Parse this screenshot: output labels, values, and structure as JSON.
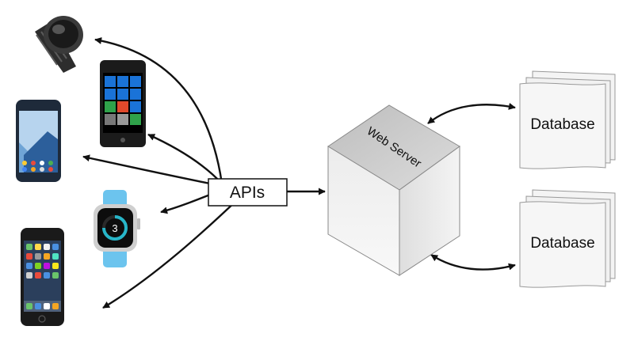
{
  "apis_label": "APIs",
  "server_label": "Web Server",
  "databases": [
    {
      "label": "Database"
    },
    {
      "label": "Database"
    }
  ],
  "watch_app": {
    "count": "3"
  },
  "devices": [
    {
      "icon": "smartwatch-round-icon"
    },
    {
      "icon": "windows-phone-icon"
    },
    {
      "icon": "android-phone-icon"
    },
    {
      "icon": "apple-watch-icon"
    },
    {
      "icon": "iphone-icon"
    }
  ],
  "colors": {
    "line": "#111111",
    "cube_top": "#d6d6d6",
    "cube_right": "#f2f2f2",
    "cube_left": "#e9e9e9",
    "watch_band": "#6cc4ee",
    "win_tile": "#1a73d8",
    "win_tile_red": "#e0492b",
    "win_tile_green": "#2fa24a"
  }
}
